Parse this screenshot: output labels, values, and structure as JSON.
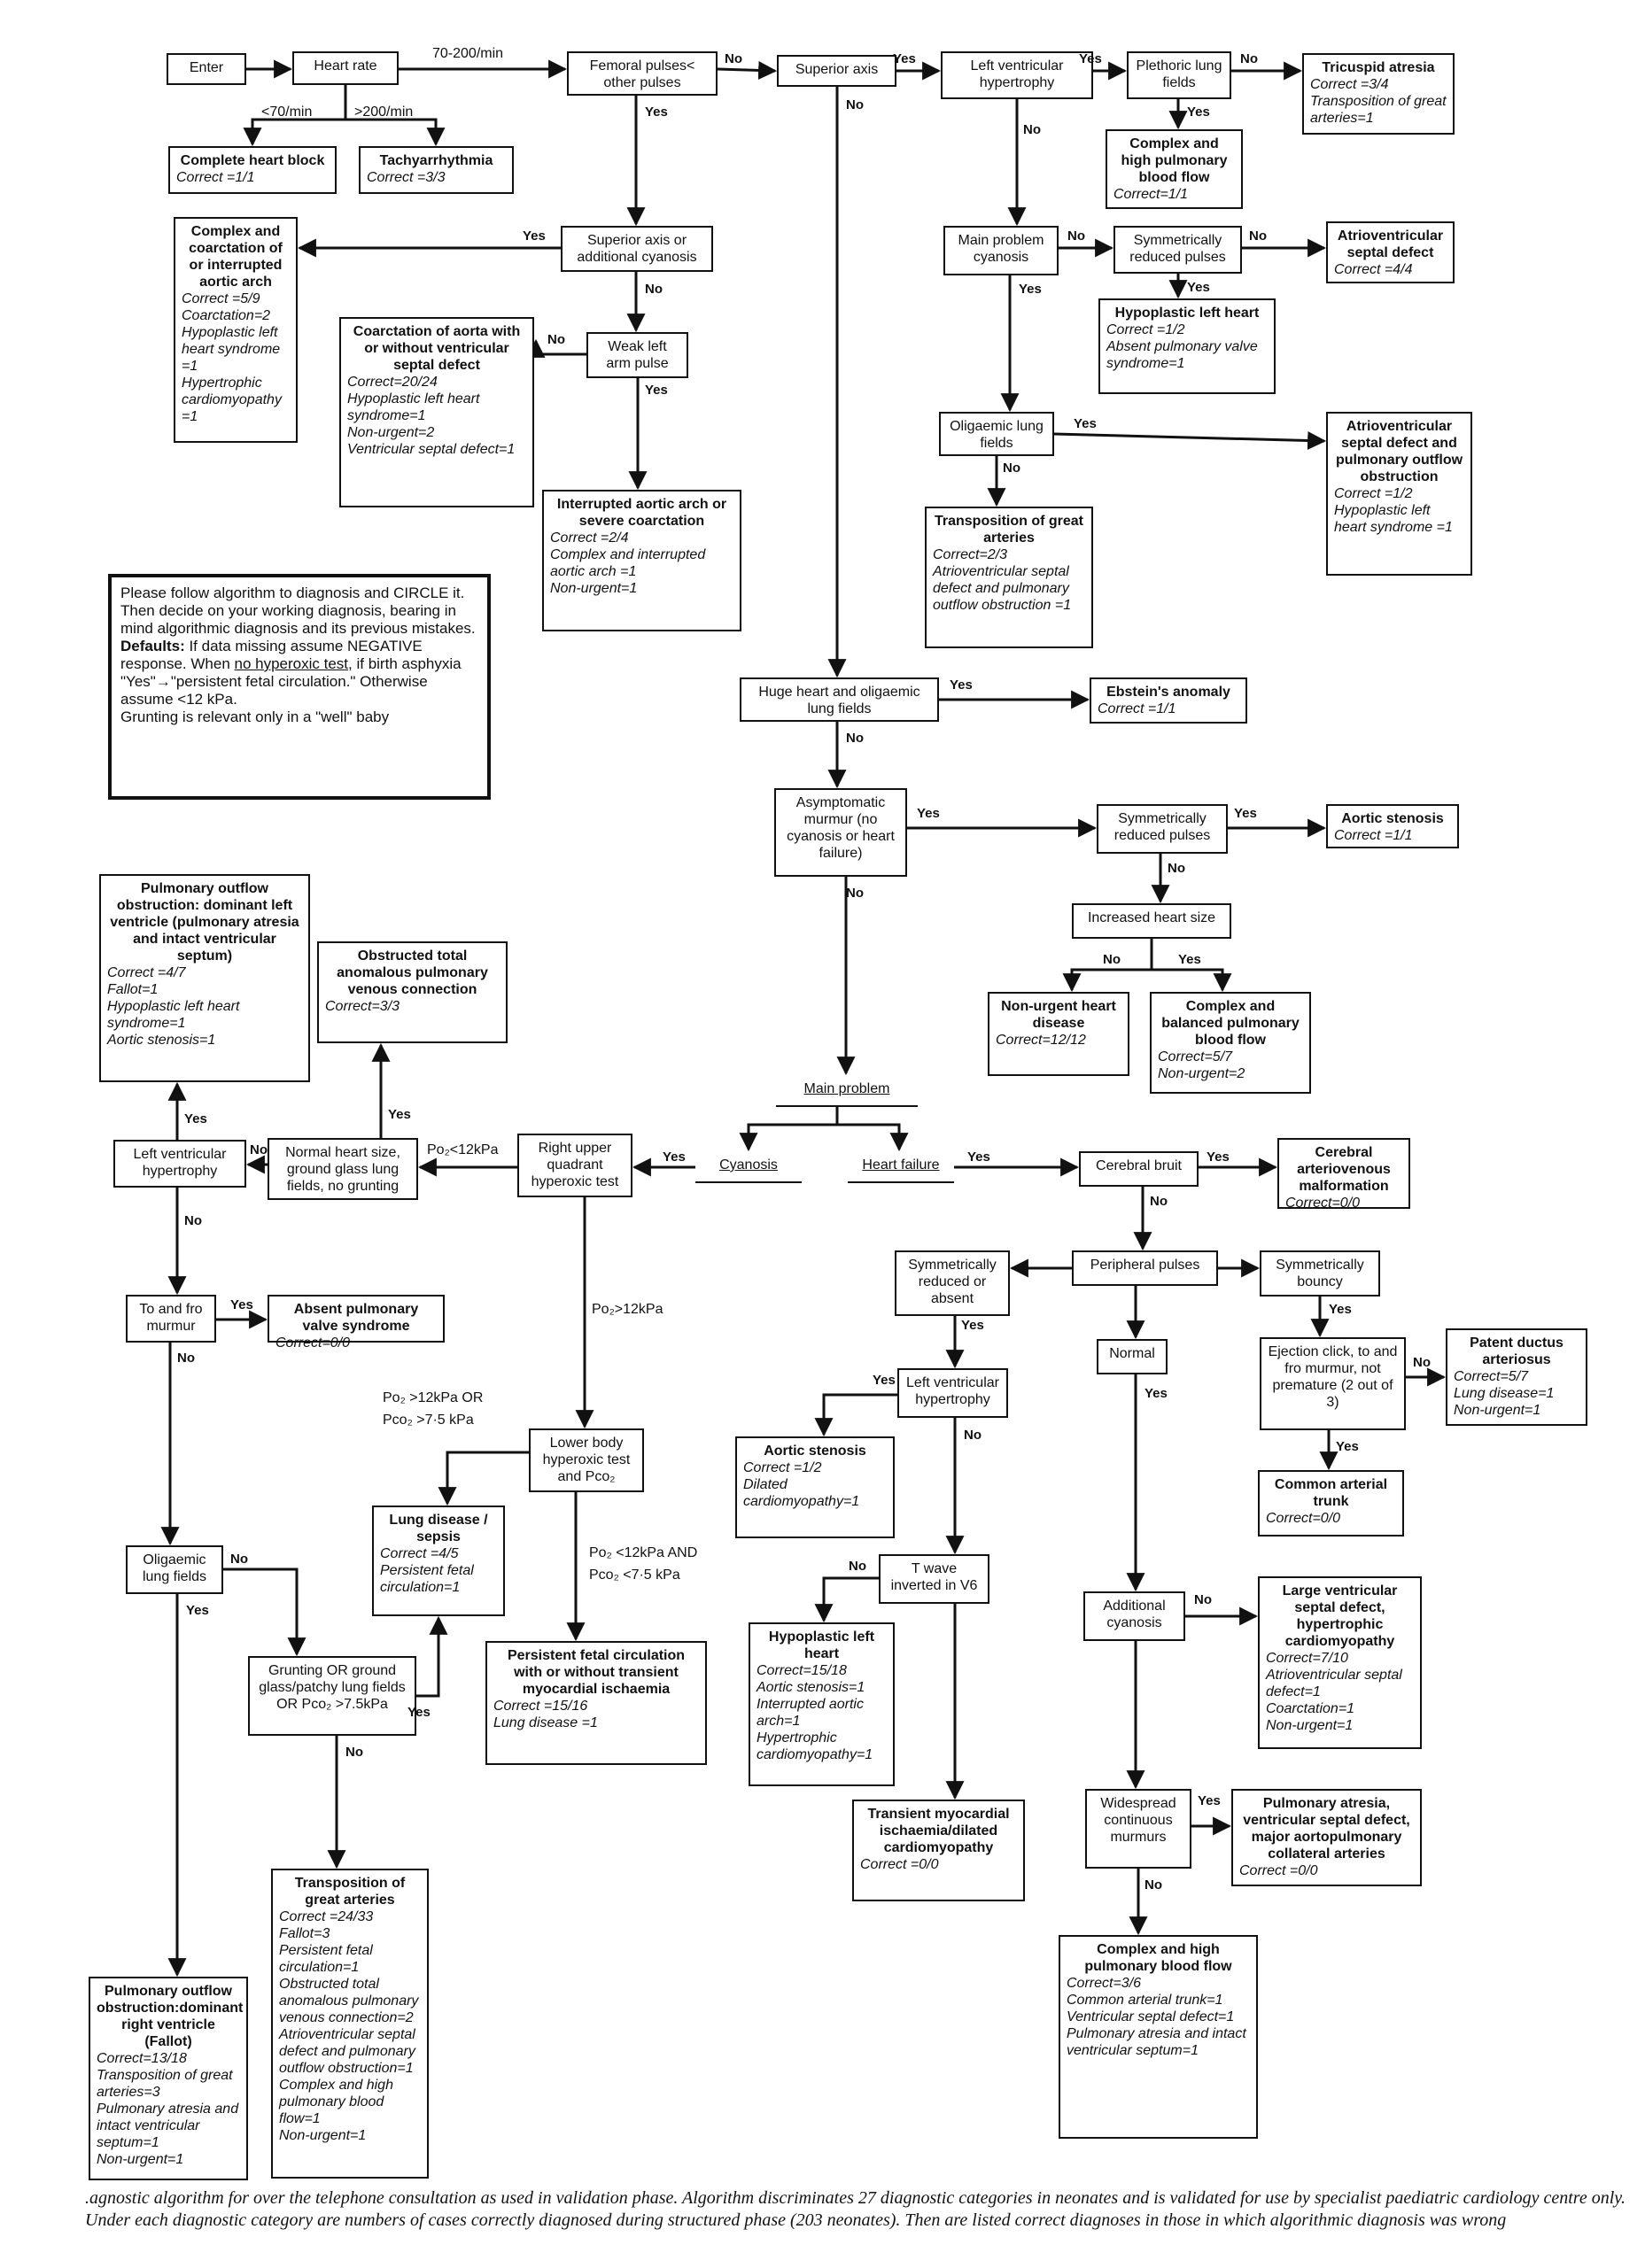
{
  "nodes": {
    "enter": {
      "title": "Enter"
    },
    "heart_rate": {
      "title": "Heart rate"
    },
    "femoral": {
      "title": "Femoral pulses< other pulses"
    },
    "superior_axis": {
      "title": "Superior axis"
    },
    "lvh_top": {
      "title": "Left ventricular hypertrophy"
    },
    "plethoric": {
      "title": "Plethoric lung fields"
    },
    "tricuspid": {
      "title": "Tricuspid atresia",
      "lines": [
        "Correct =3/4",
        "Transposition of great arteries=1"
      ]
    },
    "complex_high_top": {
      "title": "Complex and high pulmonary blood flow",
      "lines": [
        "Correct=1/1"
      ]
    },
    "heart_block": {
      "title": "Complete heart block",
      "lines": [
        "Correct =1/1"
      ]
    },
    "tachy": {
      "title": "Tachyarrhythmia",
      "lines": [
        "Correct =3/3"
      ]
    },
    "complex_coarct": {
      "title": "Complex and coarctation of or interrupted aortic arch",
      "lines": [
        "Correct =5/9",
        "Coarctation=2",
        "Hypoplastic left heart syndrome =1",
        "Hypertrophic cardiomyopathy =1"
      ]
    },
    "sup_axis_cyan": {
      "title": "Superior axis or additional cyanosis"
    },
    "main_cyanosis": {
      "title": "Main problem cyanosis"
    },
    "sym_reduced_top": {
      "title": "Symmetrically reduced pulses"
    },
    "avsd_top": {
      "title": "Atrioventricular septal defect",
      "lines": [
        "Correct =4/4"
      ]
    },
    "hlh_top": {
      "title": "Hypoplastic left heart",
      "lines": [
        "Correct =1/2",
        "Absent pulmonary valve syndrome=1"
      ]
    },
    "coarct_vsd": {
      "title": "Coarctation of aorta with or without ventricular septal defect",
      "lines": [
        "Correct=20/24",
        "Hypoplastic left heart syndrome=1",
        "Non-urgent=2",
        "Ventricular septal defect=1"
      ]
    },
    "weak_left": {
      "title": "Weak left arm pulse"
    },
    "oligaemic_top": {
      "title": "Oligaemic lung fields"
    },
    "avsd_pof": {
      "title": "Atrioventricular septal defect and pulmonary outflow obstruction",
      "lines": [
        "Correct =1/2",
        "Hypoplastic left heart syndrome =1"
      ]
    },
    "interrupted": {
      "title": "Interrupted aortic arch or severe coarctation",
      "lines": [
        "Correct =2/4",
        "Complex and interrupted aortic arch =1",
        "Non-urgent=1"
      ]
    },
    "tga_top": {
      "title": "Transposition of great arteries",
      "lines": [
        "Correct=2/3",
        "Atrioventricular septal defect and pulmonary outflow obstruction =1"
      ]
    },
    "huge_heart": {
      "title": "Huge heart and oligaemic lung fields"
    },
    "ebstein": {
      "title": "Ebstein's anomaly",
      "lines": [
        "Correct =1/1"
      ]
    },
    "asymptomatic": {
      "title": "Asymptomatic murmur (no cyanosis or heart failure)"
    },
    "sym_reduced_mid": {
      "title": "Symmetrically reduced pulses"
    },
    "aortic_stenosis_top": {
      "title": "Aortic stenosis",
      "lines": [
        "Correct =1/1"
      ]
    },
    "increased_heart": {
      "title": "Increased heart size"
    },
    "non_urgent_heart": {
      "title": "Non-urgent heart disease",
      "lines": [
        "Correct=12/12"
      ]
    },
    "complex_balanced": {
      "title": "Complex and balanced pulmonary blood flow",
      "lines": [
        "Correct=5/7",
        "Non-urgent=2"
      ]
    },
    "pof_left": {
      "title": "Pulmonary outflow obstruction: dominant left ventricle (pulmonary atresia and intact ventricular septum)",
      "lines": [
        "Correct =4/7",
        "Fallot=1",
        "Hypoplastic left heart syndrome=1",
        "Aortic stenosis=1"
      ]
    },
    "obstructed_tapvc": {
      "title": "Obstructed total anomalous pulmonary venous connection",
      "lines": [
        "Correct=3/3"
      ]
    },
    "main_problem": {
      "title": "Main problem"
    },
    "lvh_left": {
      "title": "Left ventricular hypertrophy"
    },
    "normal_heart": {
      "title": "Normal heart size, ground glass lung fields, no grunting"
    },
    "right_upper": {
      "title": "Right upper quadrant hyperoxic test"
    },
    "cyanosis": {
      "title": "Cyanosis"
    },
    "heart_failure": {
      "title": "Heart failure"
    },
    "cerebral_bruit": {
      "title": "Cerebral bruit"
    },
    "cerebral_avm": {
      "title": "Cerebral arteriovenous malformation",
      "lines": [
        "Correct=0/0"
      ]
    },
    "to_fro": {
      "title": "To and fro murmur"
    },
    "absent_pv": {
      "title": "Absent pulmonary valve syndrome",
      "lines": [
        "Correct=0/0"
      ]
    },
    "sym_reduced_absent": {
      "title": "Symmetrically reduced or absent"
    },
    "peripheral": {
      "title": "Peripheral pulses"
    },
    "sym_bouncy": {
      "title": "Symmetrically bouncy"
    },
    "normal": {
      "title": "Normal"
    },
    "ejection": {
      "title": "Ejection click, to and fro murmur, not premature (2 out of 3)"
    },
    "pda": {
      "title": "Patent ductus arteriosus",
      "lines": [
        "Correct=5/7",
        "Lung disease=1",
        "Non-urgent=1"
      ]
    },
    "lvh_right": {
      "title": "Left ventricular hypertrophy"
    },
    "lower_body": {
      "title": "Lower body hyperoxic test and Pco₂"
    },
    "aortic_stenosis_low": {
      "title": "Aortic stenosis",
      "lines": [
        "Correct =1/2",
        "Dilated cardiomyopathy=1"
      ]
    },
    "common_trunk": {
      "title": "Common arterial trunk",
      "lines": [
        "Correct=0/0"
      ]
    },
    "oligaemic_left": {
      "title": "Oligaemic lung fields"
    },
    "lung_disease": {
      "title": "Lung disease / sepsis",
      "lines": [
        "Correct =4/5",
        "Persistent fetal circulation=1"
      ]
    },
    "t_wave": {
      "title": "T wave inverted in V6"
    },
    "additional_cyan": {
      "title": "Additional cyanosis"
    },
    "large_vsd": {
      "title": "Large ventricular septal defect, hypertrophic cardiomyopathy",
      "lines": [
        "Correct=7/10",
        "Atrioventricular septal defect=1",
        "Coarctation=1",
        "Non-urgent=1"
      ]
    },
    "grunting": {
      "title": "Grunting OR ground glass/patchy lung fields OR Pco₂ >7.5kPa"
    },
    "pfc": {
      "title": "Persistent fetal circulation with or without transient myocardial ischaemia",
      "lines": [
        "Correct =15/16",
        "Lung disease =1"
      ]
    },
    "hlh_low": {
      "title": "Hypoplastic left heart",
      "lines": [
        "Correct=15/18",
        "Aortic stenosis=1",
        "Interrupted aortic arch=1",
        "Hypertrophic cardiomyopathy=1"
      ]
    },
    "widespread": {
      "title": "Widespread continuous murmurs"
    },
    "pulm_atresia": {
      "title": "Pulmonary atresia, ventricular septal defect, major aortopulmonary collateral arteries",
      "lines": [
        "Correct =0/0"
      ]
    },
    "transient": {
      "title": "Transient myocardial ischaemia/dilated cardiomyopathy",
      "lines": [
        "Correct =0/0"
      ]
    },
    "tga_low": {
      "title": "Transposition of great arteries",
      "lines": [
        "Correct =24/33",
        "Fallot=3",
        "Persistent fetal circulation=1",
        "Obstructed total anomalous pulmonary venous connection=2",
        "Atrioventricular septal defect and pulmonary outflow obstruction=1",
        "Complex and high pulmonary blood flow=1",
        "Non-urgent=1"
      ]
    },
    "complex_high_low": {
      "title": "Complex and high pulmonary blood flow",
      "lines": [
        "Correct=3/6",
        "Common arterial trunk=1",
        "Ventricular septal defect=1",
        "Pulmonary atresia and intact ventricular septum=1"
      ]
    },
    "pof_right": {
      "title": "Pulmonary outflow obstruction:dominant right ventricle (Fallot)",
      "lines": [
        "Correct=13/18",
        "Transposition of great arteries=3",
        "Pulmonary atresia and intact ventricular septum=1",
        "Non-urgent=1"
      ]
    }
  },
  "labels": {
    "hr_range": "70-200/min",
    "hr_low": "<70/min",
    "hr_high": ">200/min",
    "yes": "Yes",
    "no": "No",
    "po2_lt": "Po₂<12kPa",
    "po2_gt": "Po₂>12kPa",
    "po2_or": "Po₂ >12kPa  OR",
    "pco2_or": "Pco₂  >7·5 kPa",
    "po2_and": "Po₂  <12kPa  AND",
    "pco2_and": "Pco₂  <7·5 kPa"
  },
  "instructions": {
    "line1": "Please follow algorithm to diagnosis and CIRCLE it. Then decide on your working diagnosis, bearing in mind algorithmic diagnosis and its previous mistakes.",
    "defaults_label": "Defaults:",
    "line2": " If data missing assume NEGATIVE response. When ",
    "no_hyperoxic": "no hyperoxic test",
    "line3": ", if birth asphyxia \"Yes\"",
    "arrow": "→",
    "line4": "\"persistent fetal circulation.\" Otherwise assume <12 kPa.",
    "line5": "Grunting is relevant only in a \"well\" baby"
  },
  "caption": ".agnostic algorithm for over the telephone consultation as used in validation phase. Algorithm discriminates 27 diagnostic categories in neonates and is validated for use by specialist paediatric cardiology centre only. Under each diagnostic category are numbers of cases correctly diagnosed during structured phase (203 neonates). Then are listed correct diagnoses in those in which algorithmic diagnosis was wrong"
}
